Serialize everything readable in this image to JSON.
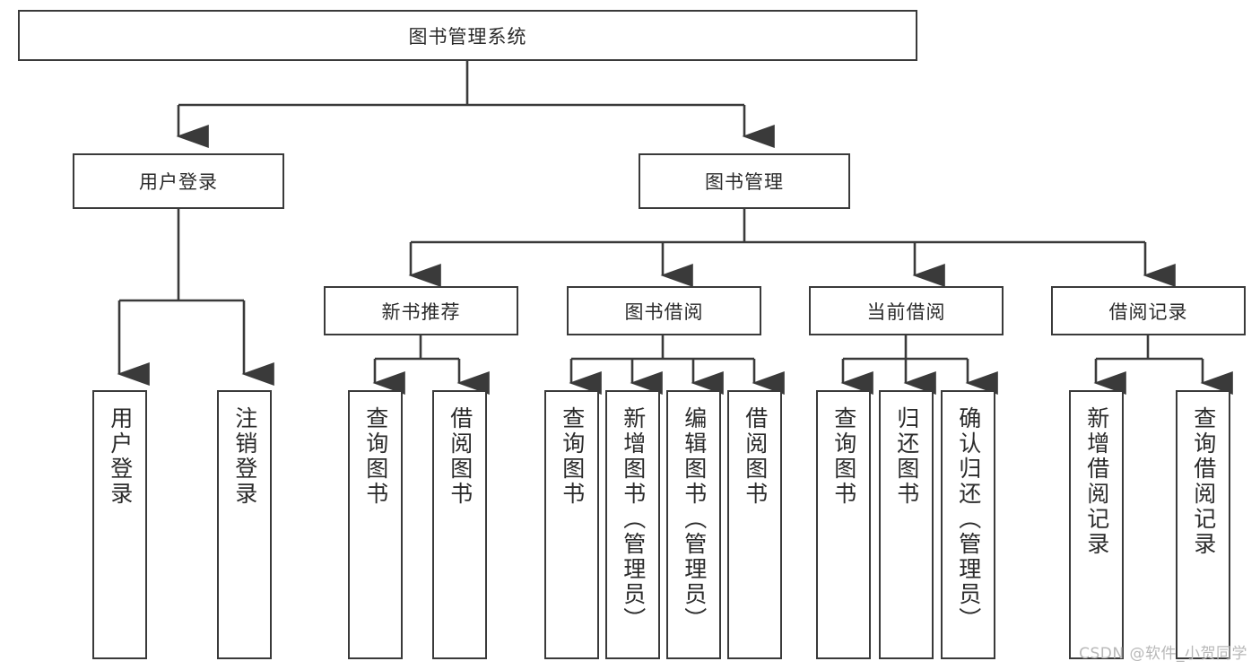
{
  "diagram": {
    "title": "图书管理系统",
    "type": "tree-hierarchy-chart",
    "watermark": "CSDN @软件_小贺同学",
    "colors": {
      "box_border": "#3a3a3a",
      "box_fill": "#ffffff",
      "connector": "#3a3a3a",
      "text": "#2b2b2b",
      "watermark": "#b8b8b8",
      "background": "#ffffff"
    },
    "root": {
      "label": "图书管理系统"
    },
    "level2": [
      {
        "id": "user-login",
        "label": "用户登录"
      },
      {
        "id": "book-manage",
        "label": "图书管理"
      }
    ],
    "level3": [
      {
        "id": "new-book-recommend",
        "label": "新书推荐",
        "parent": "book-manage"
      },
      {
        "id": "book-borrow",
        "label": "图书借阅",
        "parent": "book-manage"
      },
      {
        "id": "current-borrow",
        "label": "当前借阅",
        "parent": "book-manage"
      },
      {
        "id": "borrow-record",
        "label": "借阅记录",
        "parent": "book-manage"
      }
    ],
    "leaves": [
      {
        "id": "leaf-user-login",
        "label": "用户登录",
        "parent": "user-login"
      },
      {
        "id": "leaf-user-logout",
        "label": "注销登录",
        "parent": "user-login"
      },
      {
        "id": "leaf-query-book-1",
        "label": "查询图书",
        "parent": "new-book-recommend"
      },
      {
        "id": "leaf-borrow-book-1",
        "label": "借阅图书",
        "parent": "new-book-recommend"
      },
      {
        "id": "leaf-query-book-2",
        "label": "查询图书",
        "parent": "book-borrow"
      },
      {
        "id": "leaf-add-book",
        "label": "新增图书（管理员）",
        "parent": "book-borrow"
      },
      {
        "id": "leaf-edit-book",
        "label": "编辑图书（管理员）",
        "parent": "book-borrow"
      },
      {
        "id": "leaf-borrow-book-2",
        "label": "借阅图书",
        "parent": "book-borrow"
      },
      {
        "id": "leaf-query-book-3",
        "label": "查询图书",
        "parent": "current-borrow"
      },
      {
        "id": "leaf-return-book",
        "label": "归还图书",
        "parent": "current-borrow"
      },
      {
        "id": "leaf-confirm-return",
        "label": "确认归还（管理员）",
        "parent": "current-borrow"
      },
      {
        "id": "leaf-add-record",
        "label": "新增借阅记录",
        "parent": "borrow-record"
      },
      {
        "id": "leaf-query-record",
        "label": "查询借阅记录",
        "parent": "borrow-record"
      }
    ]
  }
}
